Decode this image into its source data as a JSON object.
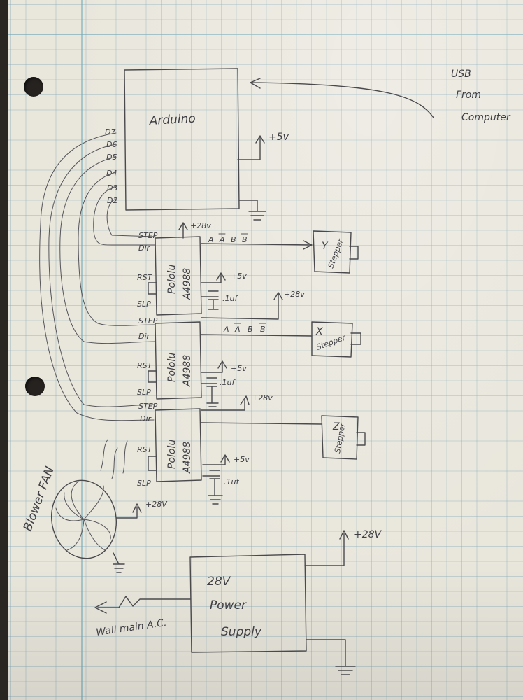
{
  "arduino": {
    "label": "Arduino",
    "pins": [
      "D7",
      "D6",
      "D5",
      "D4",
      "D3",
      "D2"
    ],
    "supply": "+5v"
  },
  "usb": {
    "line1": "USB",
    "line2": "From",
    "line3": "Computer"
  },
  "drivers": [
    {
      "name_line1": "Pololu",
      "name_line2": "A4988",
      "supply": "+28v",
      "logic_supply": "+5v",
      "cap": ".1uf",
      "pins": [
        "STEP",
        "Dir",
        "RST",
        "SLP"
      ]
    },
    {
      "name_line1": "Pololu",
      "name_line2": "A4988",
      "supply": "+28v",
      "logic_supply": "+5v",
      "cap": ".1uf",
      "pins": [
        "STEP",
        "Dir",
        "RST",
        "SLP"
      ]
    },
    {
      "name_line1": "Pololu",
      "name_line2": "A4988",
      "supply": "+28v",
      "logic_supply": "+5v",
      "cap": ".1uf",
      "pins": [
        "STEP",
        "Dir",
        "RST",
        "SLP"
      ]
    }
  ],
  "phases": {
    "a": "A",
    "a_bar": "A",
    "b": "B",
    "b_bar": "B"
  },
  "steppers": [
    {
      "axis": "Y",
      "label": "Stepper"
    },
    {
      "axis": "X",
      "label": "Stepper"
    },
    {
      "axis": "Z",
      "label": "Stepper"
    }
  ],
  "fan": {
    "label": "Blower FAN",
    "supply": "+28V"
  },
  "power": {
    "line1": "28V",
    "line2": "Power",
    "line3": "Supply",
    "output": "+28V",
    "input": "Wall main A.C."
  }
}
